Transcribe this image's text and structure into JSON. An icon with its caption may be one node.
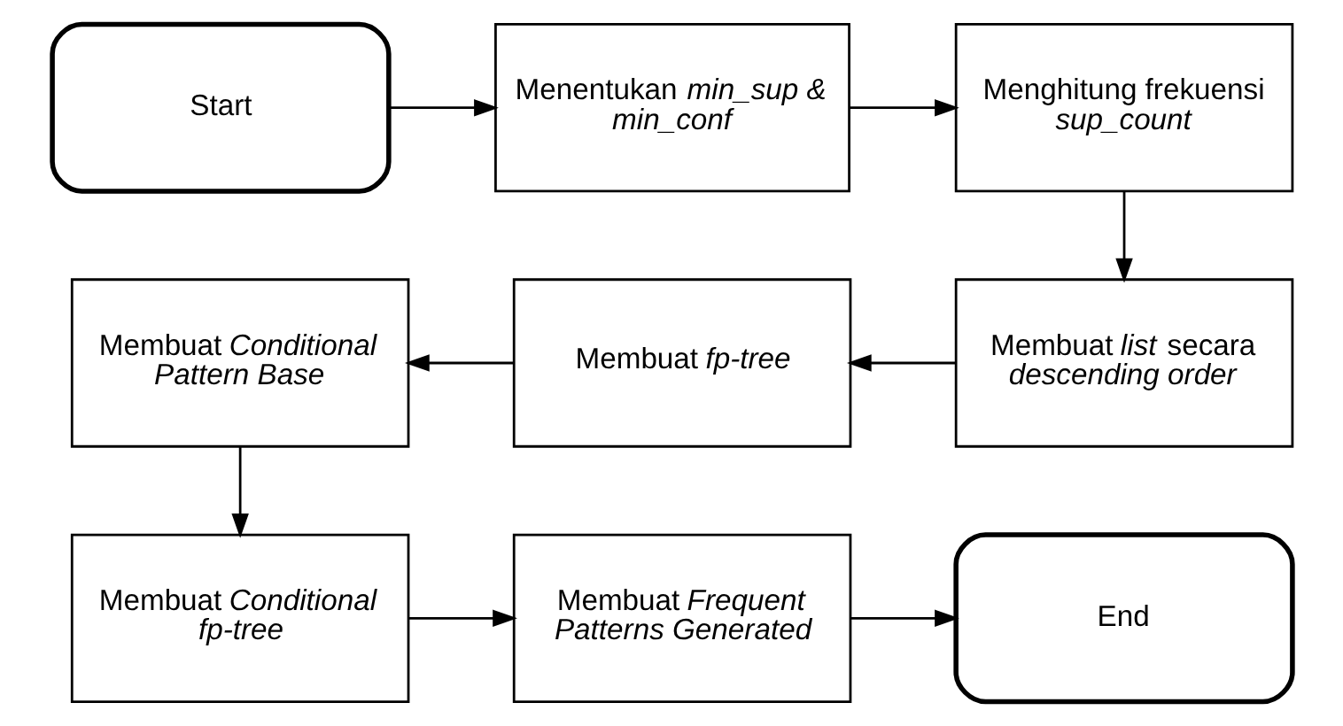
{
  "diagram": {
    "nodes": [
      {
        "text": [
          "Start"
        ]
      },
      {
        "text": [
          "Menentukan *min_sup & min_conf*"
        ]
      },
      {
        "text": [
          "Menghitung frekuensi *sup_count*"
        ]
      },
      {
        "text": [
          "Membuat *list* secara *descending order*"
        ]
      },
      {
        "text": [
          "Membuat *fp-tree*"
        ]
      },
      {
        "text": [
          "Membuat *Conditional Pattern Base*"
        ]
      },
      {
        "text": [
          "Membuat *Conditional fp-tree*"
        ]
      },
      {
        "text": [
          "Membuat *Frequent Patterns Generated*"
        ]
      },
      {
        "text": [
          "End"
        ]
      }
    ],
    "edges": [
      {
        "from": 0,
        "to": 1,
        "arrow": "to"
      },
      {
        "from": 1,
        "to": 2,
        "arrow": "to"
      },
      {
        "from": 2,
        "to": 3,
        "arrow": "to"
      },
      {
        "from": 3,
        "to": 4,
        "arrow": "to"
      },
      {
        "from": 4,
        "to": 5,
        "arrow": "to"
      },
      {
        "from": 5,
        "to": 6,
        "arrow": "to"
      },
      {
        "from": 6,
        "to": 7,
        "arrow": "to"
      },
      {
        "from": 7,
        "to": 8,
        "arrow": "to"
      }
    ]
  }
}
